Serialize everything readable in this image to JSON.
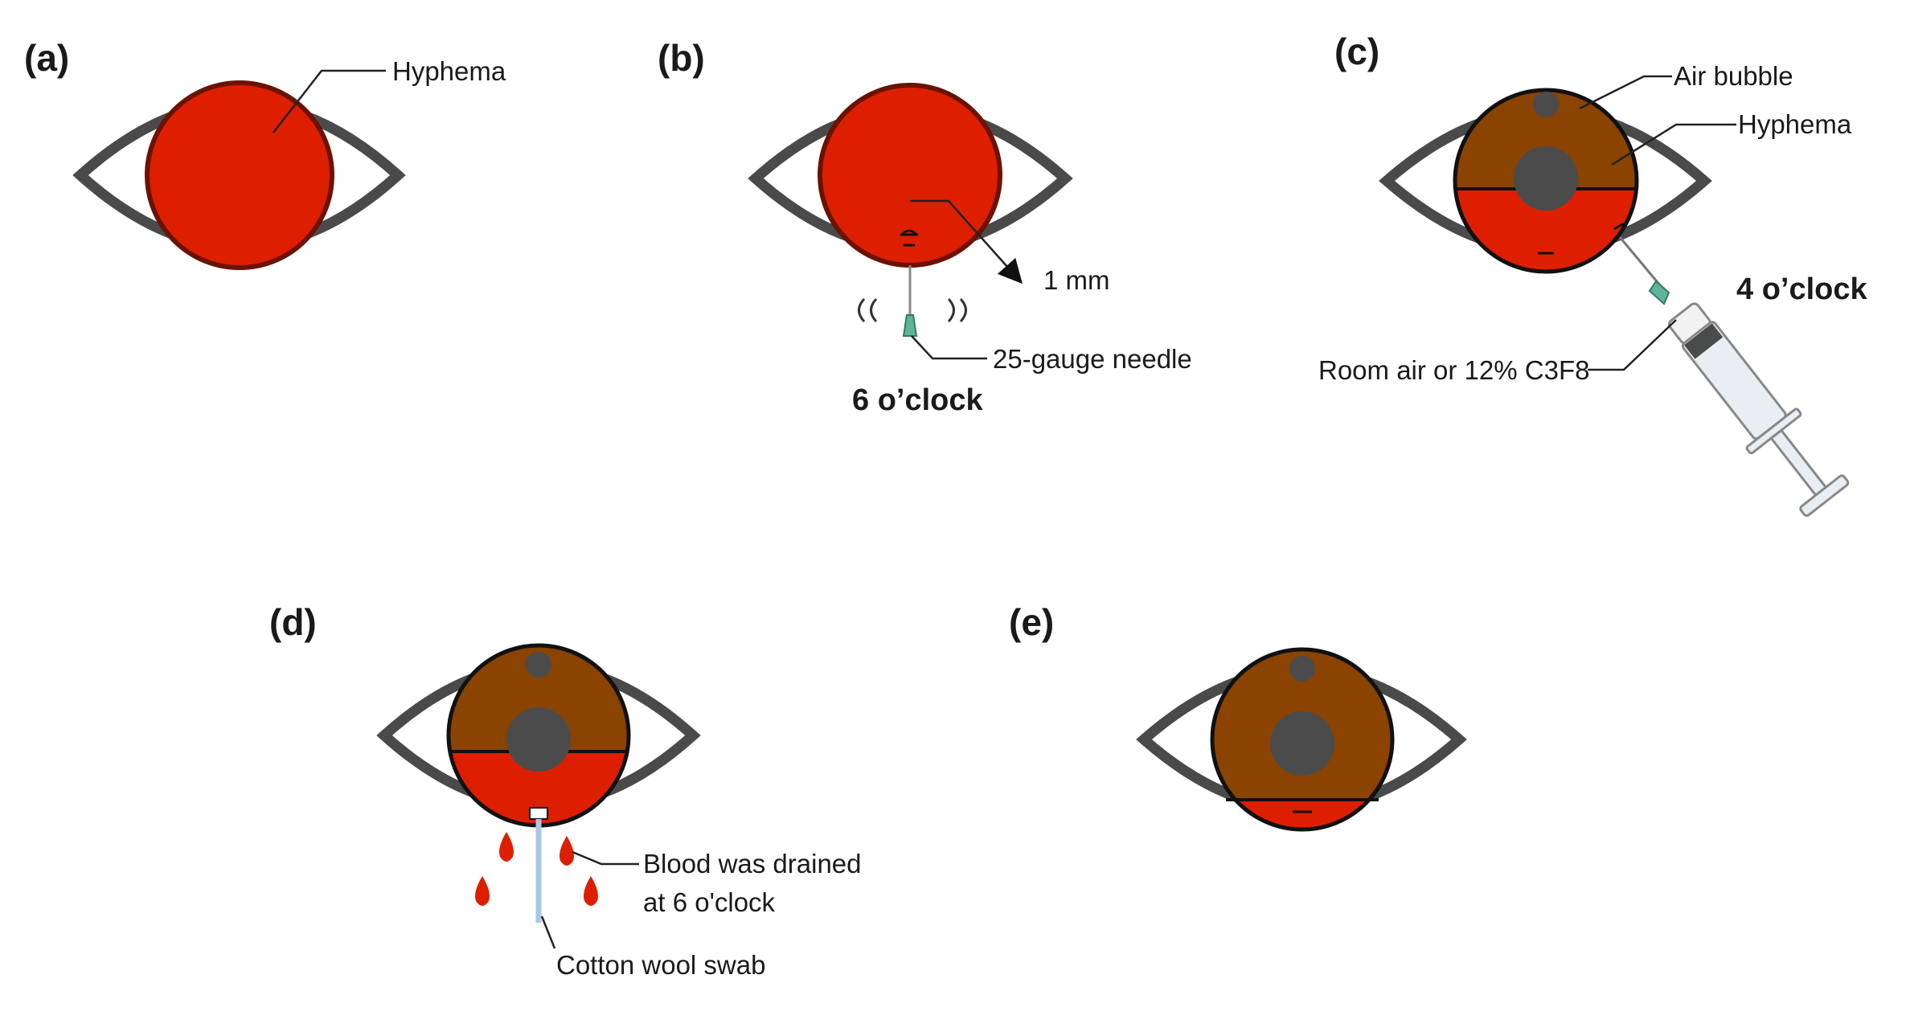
{
  "colors": {
    "eyelid_outline": "#4a4a4a",
    "hyphema_red": "#dd1f00",
    "iris_brown": "#8a4300",
    "pupil_gray": "#4b4b4b",
    "needle_hub": "#5fb59a",
    "swab_blue": "#a9c8e6"
  },
  "panels": {
    "a": {
      "label": "(a)",
      "annotations": {
        "hyphema": "Hyphema"
      }
    },
    "b": {
      "label": "(b)",
      "annotations": {
        "distance": "1 mm",
        "needle": "25-gauge needle",
        "position": "6 o’clock"
      }
    },
    "c": {
      "label": "(c)",
      "annotations": {
        "air_bubble": "Air bubble",
        "hyphema": "Hyphema",
        "position": "4 o’clock",
        "gas": "Room air or 12% C3F8"
      }
    },
    "d": {
      "label": "(d)",
      "annotations": {
        "blood_line1": "Blood was drained",
        "blood_line2": "at 6 o'clock",
        "swab": "Cotton wool swab"
      }
    },
    "e": {
      "label": "(e)"
    }
  }
}
